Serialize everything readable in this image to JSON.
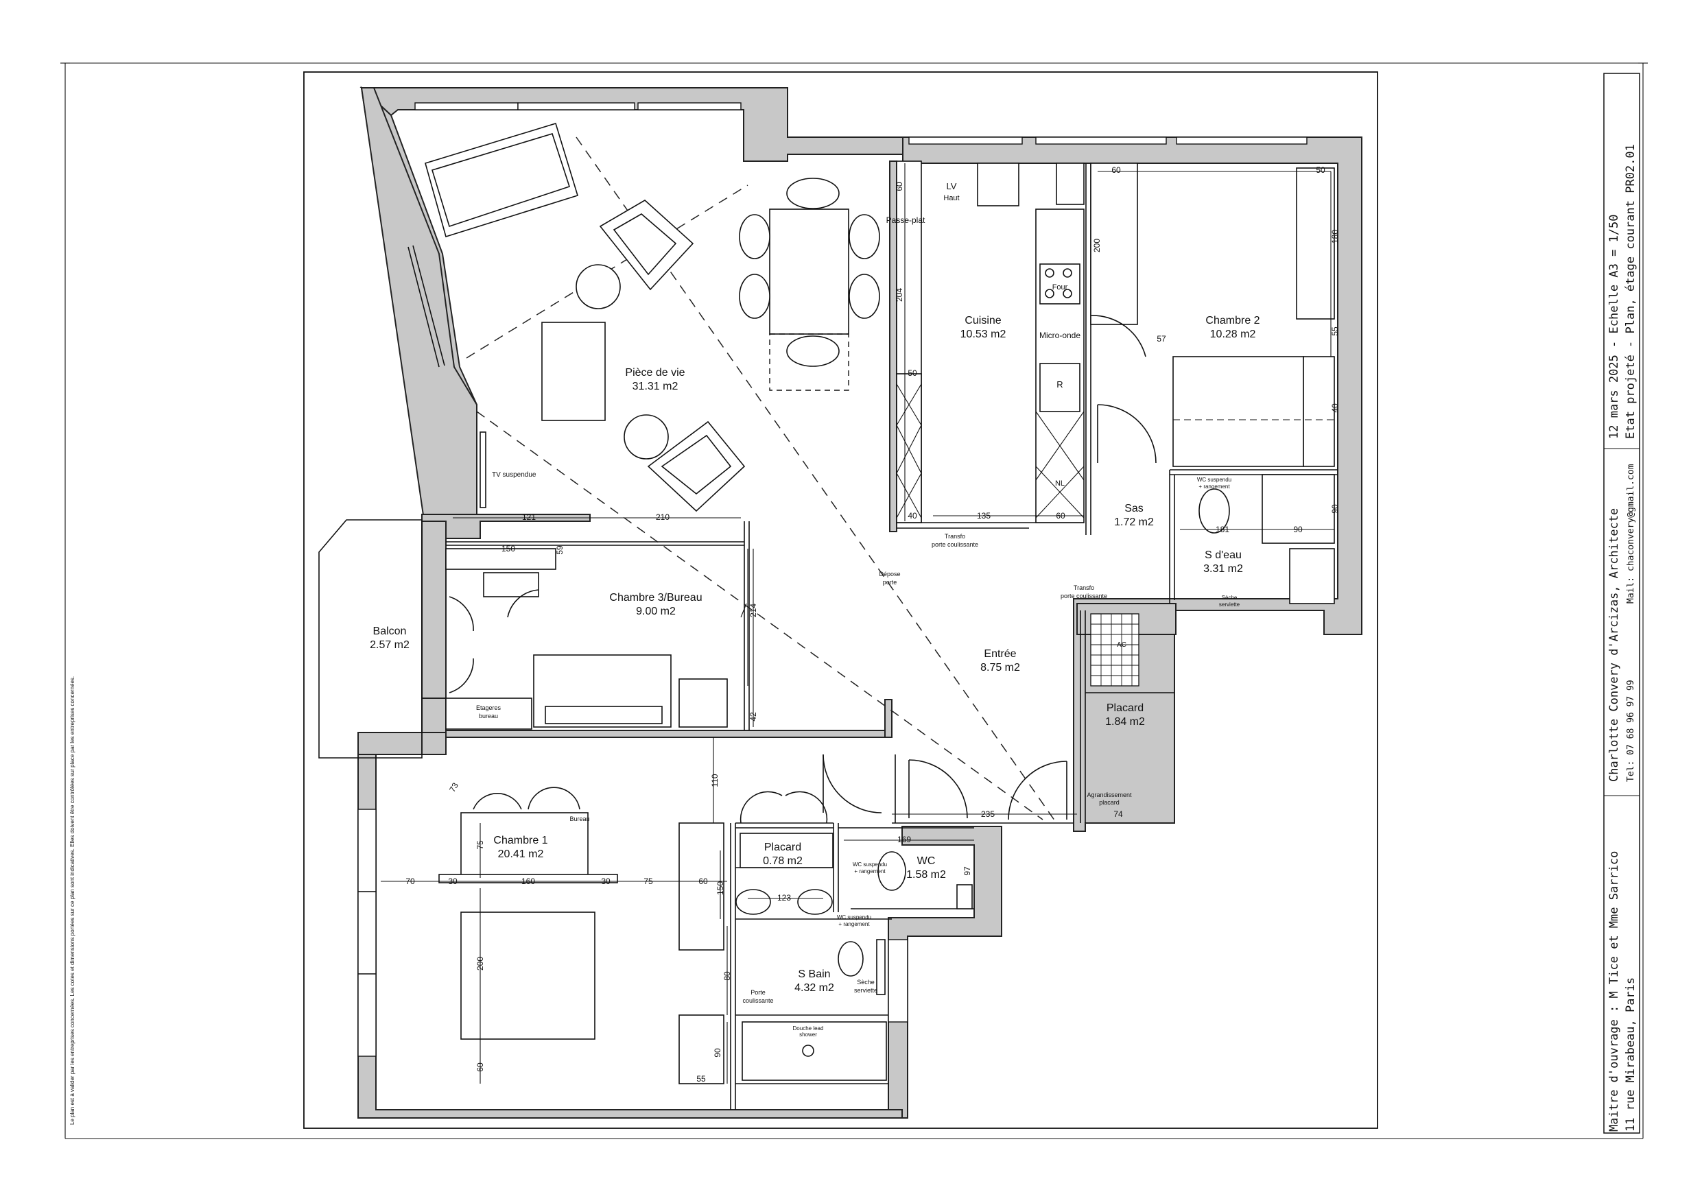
{
  "side_note": "Le plan est à valider par les entreprises concernées. Les cotes et dimensions portées sur ce plan sont indicatives. Elles doivent être contrôlées sur place par les entreprises concernées.",
  "title_block": {
    "client": "Maitre d'ouvrage : M Tice et Mme Sarrico",
    "address": "11 rue Mirabeau, Paris",
    "architect": "Charlotte Convery d'Arcizas, Architecte",
    "tel": "Tel: 07 68 96 97 99",
    "mail": "Mail: chaconvery@gmail.com",
    "date_scale": "12 mars 2025 - Echelle A3 = 1/50",
    "plan_title": "Etat projeté - Plan, étage courant PR02.01"
  },
  "rooms": {
    "piece_de_vie": {
      "name": "Pièce de vie",
      "area": "31.31 m2"
    },
    "cuisine": {
      "name": "Cuisine",
      "area": "10.53 m2"
    },
    "chambre2": {
      "name": "Chambre 2",
      "area": "10.28 m2"
    },
    "chambre3": {
      "name": "Chambre 3/Bureau",
      "area": "9.00 m2"
    },
    "balcon": {
      "name": "Balcon",
      "area": "2.57 m2"
    },
    "entree": {
      "name": "Entrée",
      "area": "8.75 m2"
    },
    "sas": {
      "name": "Sas",
      "area": "1.72 m2"
    },
    "seau": {
      "name": "S d'eau",
      "area": "3.31 m2"
    },
    "placard_entree": {
      "name": "Placard",
      "area": "1.84 m2"
    },
    "chambre1": {
      "name": "Chambre 1",
      "area": "20.41 m2"
    },
    "placard_ch1": {
      "name": "Placard",
      "area": "0.78 m2"
    },
    "wc": {
      "name": "WC",
      "area": "1.58 m2"
    },
    "sbain": {
      "name": "S Bain",
      "area": "4.32 m2"
    }
  },
  "labels": {
    "lv": "LV",
    "haut": "Haut",
    "passe_plat": "Passe-plat",
    "four": "Four",
    "micro_onde": "Micro-onde",
    "r": "R",
    "nl": "NL",
    "tv": "TV suspendue",
    "transfo1": "Transfo",
    "porte_coul1": "porte coulissante",
    "depose1": "Dépose",
    "depose2": "porte",
    "transfo2": "Transfo",
    "porte_coul2": "porte coulissante",
    "wc_susp1": "WC suspendu",
    "rangement1": "+ rangement",
    "seche1": "Sèche",
    "seche2": "serviette",
    "ac": "AC",
    "agrand1": "Agrandissement",
    "agrand2": "placard",
    "etag1": "Etageres",
    "etag2": "bureau",
    "bureau": "Bureau",
    "wc_susp2": "WC suspendu",
    "rangement2": "+ rangement",
    "wc_susp3": "WC suspendu",
    "rangement3": "+ rangement",
    "porte_c1": "Porte",
    "porte_c2": "coulissante",
    "seche3": "Sèche",
    "seche4": "serviette",
    "douche1": "Douche lead",
    "douche2": "shower"
  },
  "dims": {
    "d60a": "60",
    "d60b": "60",
    "d50a": "50",
    "d200a": "200",
    "d180": "180",
    "d204": "204",
    "d57": "57",
    "d55": "55",
    "d50b": "50",
    "d40a": "40",
    "d135": "135",
    "d60c": "60",
    "d121": "121",
    "d210": "210",
    "d150": "150",
    "d59": "59",
    "d214": "214",
    "d42": "42",
    "d40b": "40",
    "d90a": "90",
    "d90b": "90",
    "d181": "181",
    "d110": "110",
    "d73": "73",
    "d75a": "75",
    "d70": "70",
    "d30a": "30",
    "d160": "160",
    "d30b": "30",
    "d75b": "75",
    "d60d": "60",
    "d150b": "150",
    "d200b": "200",
    "d60e": "60",
    "d80": "80",
    "d90c": "90",
    "d55b": "55",
    "d235": "235",
    "d74": "74",
    "d169": "169",
    "d97": "97",
    "d123": "123"
  }
}
